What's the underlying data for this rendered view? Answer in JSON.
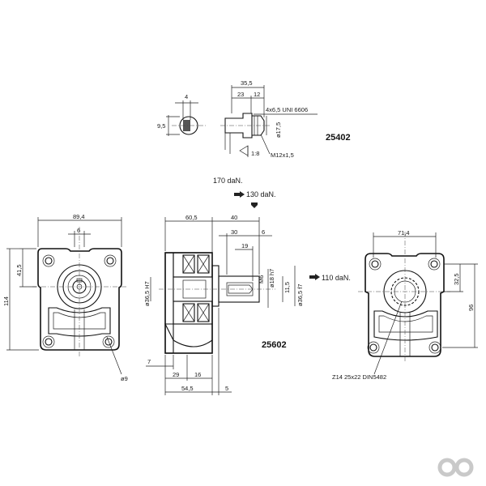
{
  "shaft_detail": {
    "code": "25402",
    "dims": {
      "key_width": "4",
      "key_depth": "9,5",
      "total_length": "35,5",
      "seg_23": "23",
      "seg_12": "12",
      "key_spec": "4x6,5 UNI 6606",
      "dia": "ø17,5",
      "taper": "1:8",
      "thread": "M12x1,5"
    }
  },
  "loads": {
    "radial": "170 daN.",
    "axial_top": "130 daN.",
    "axial_side": "110 daN."
  },
  "front_view_left": {
    "dims": {
      "width": "89,4",
      "offset_6": "6",
      "height_41_5": "41,5",
      "height_114": "114",
      "hole_dia": "ø9"
    }
  },
  "side_section": {
    "code": "25602",
    "dims": {
      "d60_5": "60,5",
      "d40": "40",
      "d30": "30",
      "d6": "6",
      "d19": "19",
      "m6": "M6",
      "d18h7": "ø18 h7",
      "d11_5": "11,5",
      "d36_5f7": "ø36,5 f7",
      "d36_5H7": "ø36,5 H7",
      "d7": "7",
      "d29": "29",
      "d16": "16",
      "d54_5": "54,5",
      "d5": "5"
    }
  },
  "front_view_right": {
    "dims": {
      "width_71_4": "71,4",
      "height_32_5": "32,5",
      "height_96": "96",
      "spline": "Z14  25x22  DIN5482"
    }
  },
  "logo": {
    "icon": "double-ring-logo-icon"
  }
}
